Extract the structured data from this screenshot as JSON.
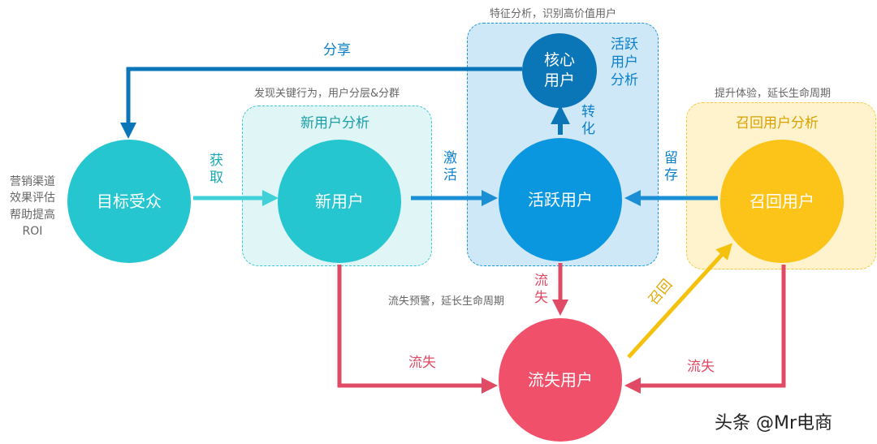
{
  "zones": {
    "new": {
      "title": "新用户分析",
      "note": "发现关键行为，用户分层&分群"
    },
    "active": {
      "title_lines": [
        "活跃",
        "用户",
        "分析"
      ],
      "note": "特征分析，识别高价值用户"
    },
    "recall": {
      "title": "召回用户分析",
      "note": "提升体验，延长生命周期"
    }
  },
  "nodes": {
    "target": "目标受众",
    "new": "新用户",
    "active": "活跃用户",
    "core_line1": "核心",
    "core_line2": "用户",
    "recall": "召回用户",
    "lost": "流失用户"
  },
  "left_note_lines": [
    "营销渠道",
    "效果评估",
    "帮助提高",
    "ROI"
  ],
  "lost_note": "流失预警，延长生命周期",
  "edges": {
    "share": "分享",
    "acquire_lines": [
      "获",
      "取"
    ],
    "activate_lines": [
      "激",
      "活"
    ],
    "convert_lines": [
      "转",
      "化"
    ],
    "retain_lines": [
      "留",
      "存"
    ],
    "churn_active_lines": [
      "流",
      "失"
    ],
    "churn_new": "流失",
    "churn_recall": "流失",
    "recall": "召回"
  },
  "watermark": "头条 @Mr电商",
  "colors": {
    "teal": "#26c6d0",
    "blue": "#0b96e0",
    "dark_blue": "#0a76b8",
    "gold": "#fcc419",
    "red": "#f0506a",
    "arrow_blue": "#1a8fd6",
    "arrow_red": "#e04a65",
    "arrow_gold": "#f4c20d"
  }
}
